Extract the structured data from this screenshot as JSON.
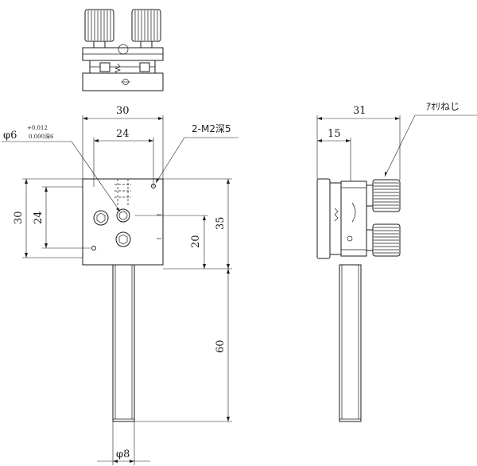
{
  "dimensions": {
    "top_width_30": "30",
    "inner_width_24": "24",
    "left_height_30": "30",
    "left_height_24": "24",
    "height_20": "20",
    "height_35": "35",
    "rod_length_60": "60",
    "rod_diameter": "φ8",
    "side_width_31": "31",
    "side_width_15": "15"
  },
  "callouts": {
    "hole_main": "φ6",
    "hole_tol_upper": "+0.012",
    "hole_tol_lower": "0.000深6",
    "tapped_holes": "2-M2深5",
    "adjust_screw": "ｱｵﾘねじ"
  }
}
